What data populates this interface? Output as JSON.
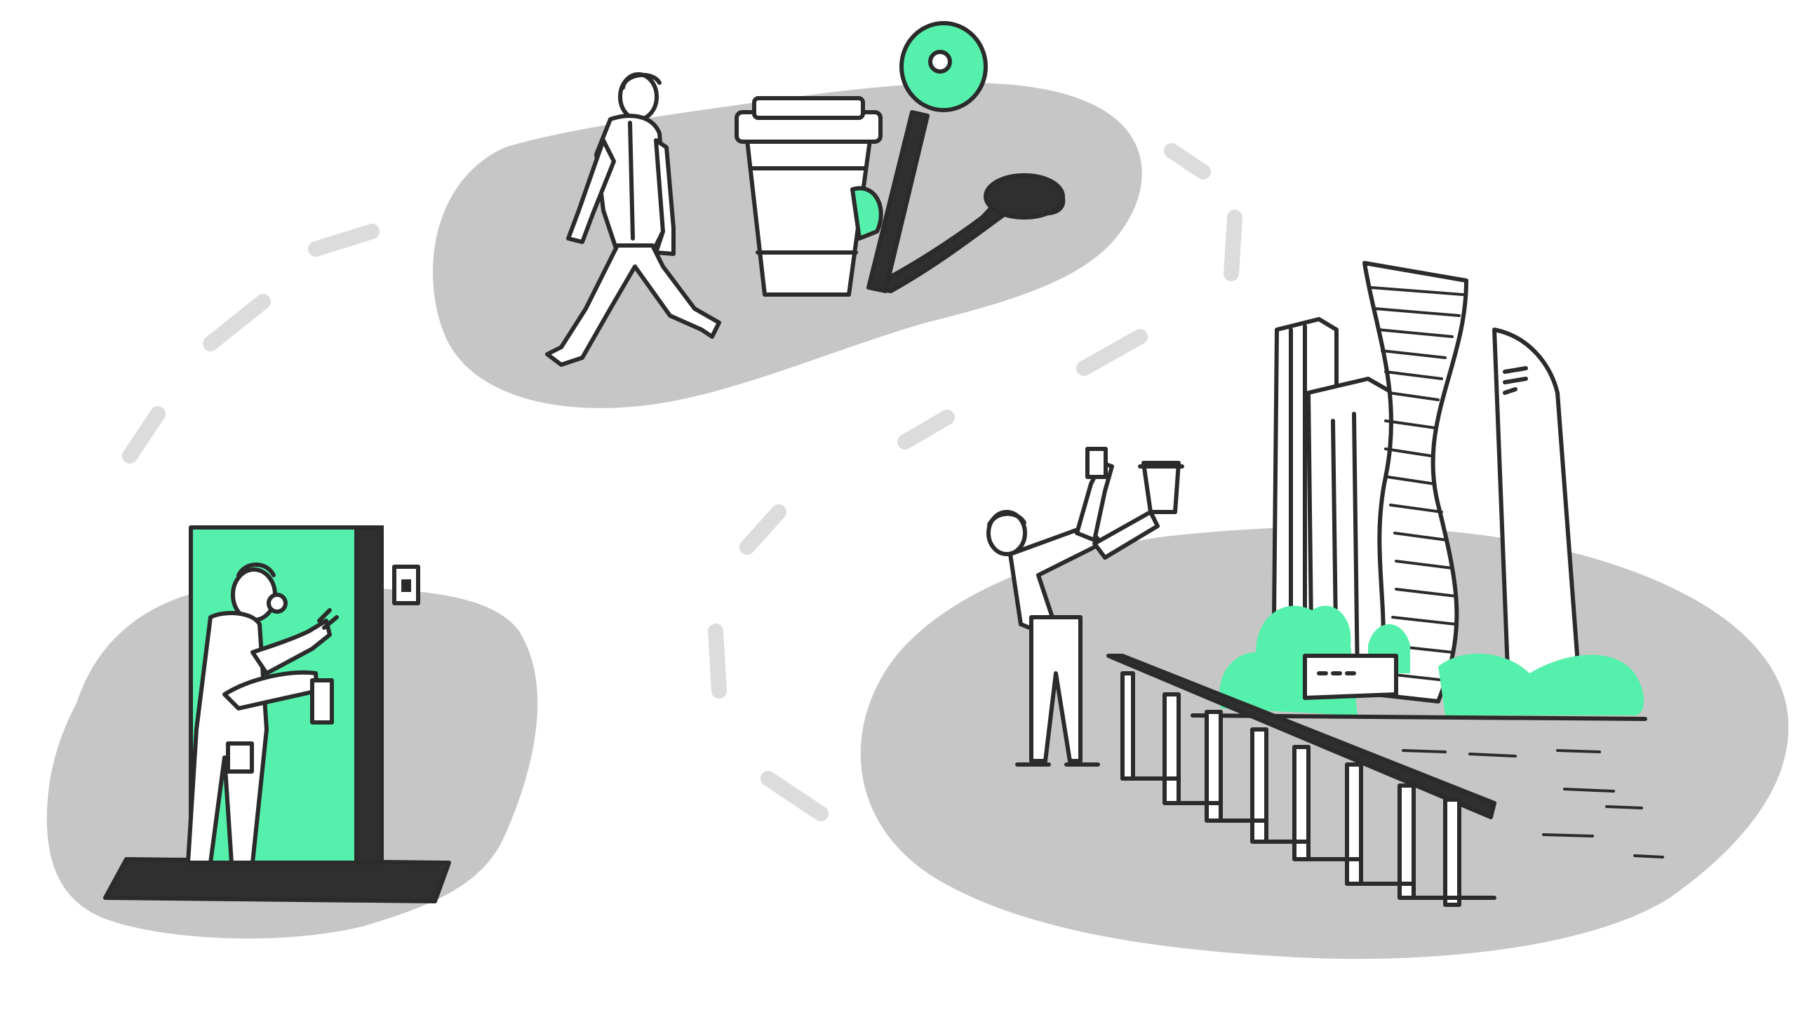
{
  "colors": {
    "background": "#ffffff",
    "blob": "#c6c6c6",
    "accent": "#55f0ab",
    "ink": "#2b2b2b",
    "path_dash": "#dcdcdc",
    "shadow": "#2f2f2f"
  },
  "scenes": [
    {
      "name": "person-leaving-home-door"
    },
    {
      "name": "person-walking-past-coffee-cup-and-signpost"
    },
    {
      "name": "person-photographing-city-skyline-with-coffee"
    }
  ]
}
